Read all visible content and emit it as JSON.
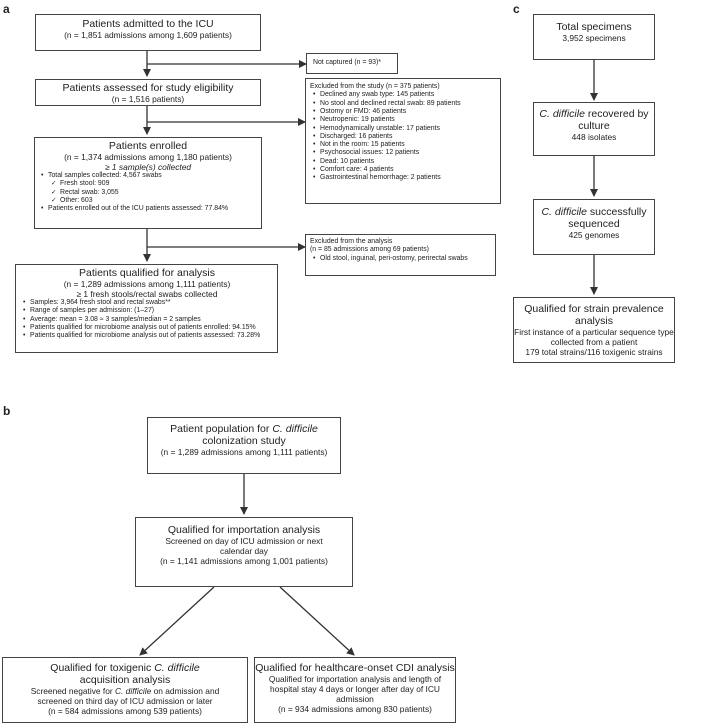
{
  "panels": {
    "a": "a",
    "b": "b",
    "c": "c"
  },
  "a": {
    "admitted": {
      "title": "Patients admitted to the ICU",
      "sub": "(n = 1,851 admissions among 1,609 patients)"
    },
    "not_captured": "Not captured (n = 93)*",
    "assessed": {
      "title": "Patients assessed for study eligibility",
      "sub": "(n = 1,516 patients)"
    },
    "excluded_study": {
      "title": "Excluded from the study (n = 375 patients)",
      "items": [
        "Declined any swab type: 145 patients",
        "No stool and declined rectal swab: 89 patients",
        "Ostomy or FMD: 46 patients",
        "Neutropenic: 19 patients",
        "Hemodynamically unstable: 17 patients",
        "Discharged: 16 patients",
        "Not in the room: 15 patients",
        "Psychosocial issues: 12 patients",
        "Dead: 10 patients",
        "Comfort care: 4 patients",
        "Gastrointestinal hemorrhage: 2 patients"
      ]
    },
    "enrolled": {
      "title": "Patients enrolled",
      "sub1": "(n = 1,374 admissions among 1,180 patients)",
      "sub2": "≥ 1 sample(s) collected",
      "total": "Total samples collected: 4,567 swabs",
      "checks": [
        "Fresh stool: 909",
        "Rectal swab: 3,055",
        "Other: 603"
      ],
      "pct": "Patients enrolled out of the ICU patients assessed: 77.84%"
    },
    "excluded_analysis": {
      "title": "Excluded from the analysis",
      "sub": "(n = 85 admissions among 69 patients)",
      "items": [
        "Old stool, inguinal, peri-ostomy, perirectal swabs"
      ]
    },
    "qualified": {
      "title": "Patients qualified for analysis",
      "sub1": "(n = 1,289 admissions among 1,111 patients)",
      "sub2": "≥ 1 fresh stools/rectal swabs collected",
      "items": [
        "Samples: 3,964 fresh stool and rectal swabs**",
        "Range of samples per admission: (1–27)",
        "Average: mean = 3.08 ≈ 3 samples/median = 2 samples",
        "Patients qualified for microbiome analysis out of patients enrolled: 94.15%",
        "Patients qualified for microbiome analysis out of patients assessed: 73.28%"
      ]
    }
  },
  "b": {
    "population": {
      "line1_pre": "Patient population for ",
      "line1_em": "C. difficile",
      "line2": "colonization study",
      "line3": "(n = 1,289 admissions among 1,111 patients)"
    },
    "importation": {
      "title": "Qualified for importation analysis",
      "line1": "Screened on day of ICU admission or next",
      "line2": "calendar day",
      "line3": "(n = 1,141 admissions among 1,001 patients)"
    },
    "toxigenic": {
      "title_pre": "Qualified for toxigenic ",
      "title_em": "C. difficile",
      "title_line2": "acquisition analysis",
      "line1_pre": "Screened negative for ",
      "line1_em": "C. difficile",
      "line1_post": " on admission and",
      "line2": "screened on third day of ICU admission or later",
      "line3": "(n = 584 admissions among 539 patients)"
    },
    "healthcare": {
      "title": "Qualified for healthcare-onset CDI analysis",
      "line1": "Qualified for importation analysis and length of",
      "line2": "hospital stay 4 days or longer after day of ICU",
      "line3": "admission",
      "line4": "(n = 934 admissions among 830 patients)"
    }
  },
  "c": {
    "specimens": {
      "title": "Total specimens",
      "sub": "3,952 specimens"
    },
    "recovered": {
      "title_em": "C. difficile",
      "title_post": " recovered by",
      "title_line2": "culture",
      "sub": "448 isolates"
    },
    "sequenced": {
      "title_em": "C. difficile",
      "title_post": " successfully",
      "title_line2": "sequenced",
      "sub": "425 genomes"
    },
    "strain": {
      "title": "Qualified for strain prevalence",
      "title_line2": "analysis",
      "line1": "First instance of a particular sequence type",
      "line2": "collected from a patient",
      "line3": "179 total strains/116 toxigenic strains"
    }
  }
}
